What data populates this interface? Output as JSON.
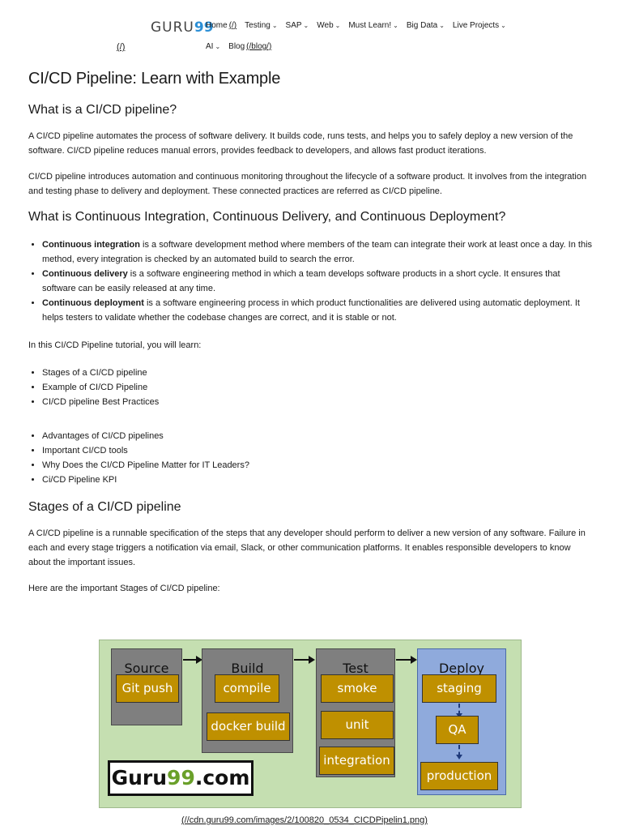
{
  "nav": {
    "logo_text": "GURU",
    "logo_num": "99",
    "logo_link": "(/)",
    "items_row1": [
      {
        "label": "Home",
        "suffix": " (/)"
      },
      {
        "label": "Testing"
      },
      {
        "label": "SAP"
      },
      {
        "label": "Web"
      },
      {
        "label": "Must Learn!"
      },
      {
        "label": "Big Data"
      },
      {
        "label": "Live Projects"
      }
    ],
    "items_row2": [
      {
        "label": "AI"
      },
      {
        "label": "Blog",
        "suffix": " (/blog/)"
      }
    ]
  },
  "article": {
    "title": "CI/CD Pipeline: Learn with Example",
    "h_what": "What is a CI/CD pipeline?",
    "p1": "A CI/CD pipeline automates the process of software delivery. It builds code, runs tests, and helps you to safely deploy a new version of the software. CI/CD pipeline reduces manual errors, provides feedback to developers, and allows fast product iterations.",
    "p2": "CI/CD pipeline introduces automation and continuous monitoring throughout the lifecycle of a software product. It involves from the integration and testing phase to delivery and deployment. These connected practices are referred as CI/CD pipeline.",
    "h_ci": "What is Continuous Integration, Continuous Delivery, and Continuous Deployment?",
    "defs": [
      {
        "term": "Continuous integration",
        "text": " is a software development method where members of the team can integrate their work at least once a day. In this method, every integration is checked by an automated build to search the error."
      },
      {
        "term": "Continuous delivery",
        "text": " is a software engineering method in which a team develops software products in a short cycle. It ensures that software can be easily released at any time."
      },
      {
        "term": "Continuous deployment",
        "text": " is a software engineering process in which product functionalities are delivered using automatic deployment. It helps testers to validate whether the codebase changes are correct, and it is stable or not."
      }
    ],
    "learn_intro": "In this CI/CD Pipeline tutorial, you will learn:",
    "toc1": [
      "Stages of a CI/CD pipeline",
      "Example of CI/CD Pipeline",
      "CI/CD pipeline Best Practices"
    ],
    "toc2": [
      "Advantages of CI/CD pipelines",
      "Important CI/CD tools",
      "Why Does the CI/CD Pipeline Matter for IT Leaders?",
      "Ci/CD Pipeline KPI"
    ],
    "h_stages": "Stages of a CI/CD pipeline",
    "p3": "A CI/CD pipeline is a runnable specification of the steps that any developer should perform to deliver a new version of any software. Failure in each and every stage triggers a notification via email, Slack, or other communication platforms. It enables responsible developers to know about the important issues.",
    "p4": "Here are the important Stages of CI/CD pipeline:",
    "image_caption": "(//cdn.guru99.com/images/2/100820_0534_CICDPipelin1.png)"
  },
  "diagram": {
    "stages": {
      "source": {
        "title": "Source",
        "steps": [
          "Git push"
        ]
      },
      "build": {
        "title": "Build",
        "steps": [
          "compile",
          "docker build"
        ]
      },
      "test": {
        "title": "Test",
        "steps": [
          "smoke",
          "unit",
          "integration"
        ]
      },
      "deploy": {
        "title": "Deploy",
        "steps": [
          "staging",
          "QA",
          "production"
        ]
      }
    },
    "brand_prefix": "Guru",
    "brand_num": "99",
    "brand_suffix": ".com",
    "colors": {
      "background": "#c5dfb1",
      "stage": "#7f7f7f",
      "deploy": "#8faadc",
      "step": "#bf9000"
    }
  }
}
